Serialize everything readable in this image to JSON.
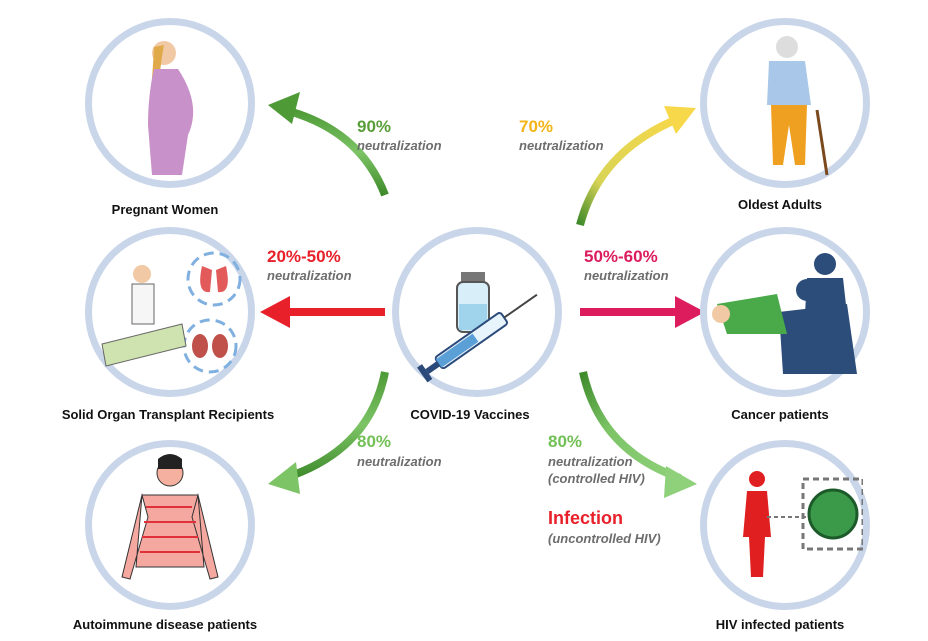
{
  "center": {
    "label": "COVID-19 Vaccines"
  },
  "groups": {
    "pregnant": {
      "label": "Pregnant Women",
      "value": "90%",
      "note": "neutralization",
      "color": "#5a9e3a"
    },
    "oldest": {
      "label": "Oldest Adults",
      "value": "70%",
      "note": "neutralization",
      "color": "#f2b417"
    },
    "transplant": {
      "label": "Solid Organ Transplant Recipients",
      "value": "20%-50%",
      "note": "neutralization",
      "color": "#e8202a"
    },
    "cancer": {
      "label": "Cancer patients",
      "value": "50%-60%",
      "note": "neutralization",
      "color": "#dc1c5c"
    },
    "autoimmune": {
      "label": "Autoimmune disease patients",
      "value": "80%",
      "note": "neutralization",
      "color": "#72c057"
    },
    "hiv": {
      "label": "HIV infected patients",
      "value": "80%",
      "note": "neutralization",
      "note2": "(controlled HIV)",
      "value2": "Infection",
      "note3": "(uncontrolled HIV)",
      "color": "#72c057",
      "color2": "#e8202a"
    }
  }
}
